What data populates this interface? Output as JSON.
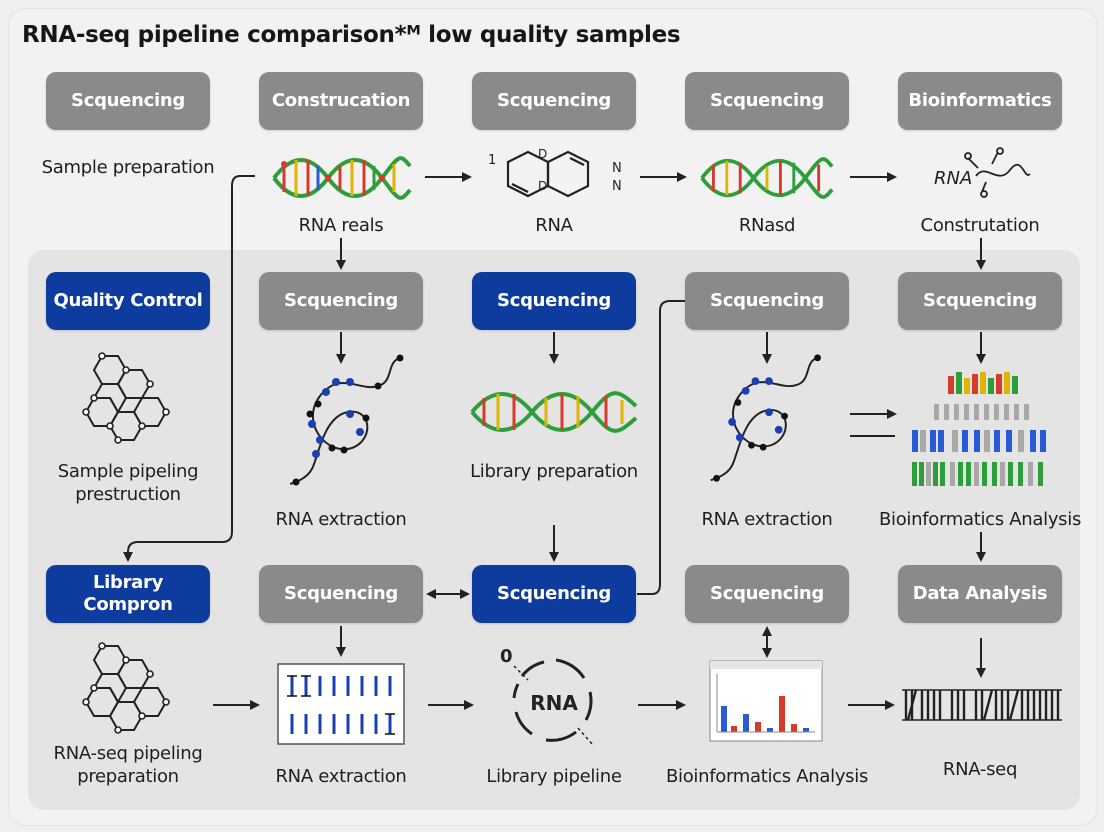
{
  "title": "RNA-seq pipeline comparison*ᴹ low quality samples",
  "row1": {
    "boxes": [
      "Scquencing",
      "Construcation",
      "Scquencing",
      "Scquencing",
      "Bioinformatics"
    ],
    "labels": [
      "Sample preparation",
      "RNA reals",
      "RNA",
      "RNasd",
      "Construtation"
    ]
  },
  "row2": {
    "boxes": [
      "Quality Control",
      "Scquencing",
      "Scquencing",
      "Scquencing",
      "Scquencing"
    ],
    "labels": [
      "Sample pipeling prestruction",
      "RNA extraction",
      "Library preparation",
      "RNA extraction",
      "Bioinformatics Analysis"
    ]
  },
  "row3": {
    "boxes": [
      "Library Compron",
      "Scquencing",
      "Scquencing",
      "Scquencing",
      "Data Analysis"
    ],
    "labels": [
      "RNA-seq pipeling preparation",
      "RNA extraction",
      "Library pipeline",
      "Bioinformatics Analysis",
      "RNA-seq"
    ]
  },
  "icons": {
    "rna_circle_text": "RNA",
    "rna_circle_zero": "0",
    "molecule_one": "1",
    "molecule_n1": "N",
    "molecule_n2": "N",
    "molecule_d1": "D",
    "molecule_d2": "D",
    "construct_text": "RNA"
  },
  "colors": {
    "gray_box": "#8a8a8a",
    "blue_box": "#0d3c9e",
    "dna_green": "#2e9e3a",
    "dna_red": "#d63a2a",
    "dna_yellow": "#e0b400",
    "blue_accent": "#2a5bd7"
  }
}
